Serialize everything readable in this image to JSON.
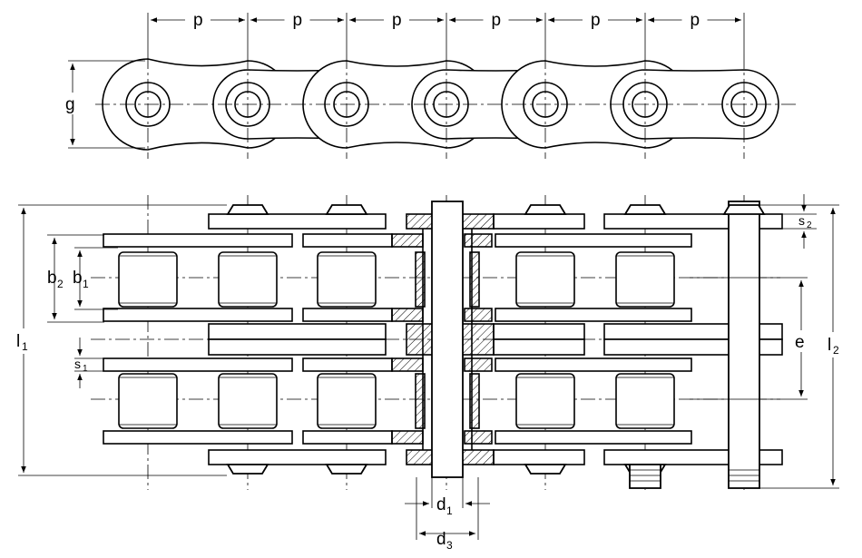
{
  "labels": {
    "pitch": "p",
    "plate_height": "g",
    "inner_width": "b",
    "inner_width_sub": "1",
    "inner_plate_width": "b",
    "inner_plate_width_sub": "2",
    "length_riveted": "l",
    "length_riveted_sub": "1",
    "length_connector": "l",
    "length_connector_sub": "2",
    "plate_thickness_inner": "s",
    "plate_thickness_inner_sub": "1",
    "plate_thickness_outer": "s",
    "plate_thickness_outer_sub": "2",
    "transverse_pitch": "e",
    "pin_diameter": "d",
    "pin_diameter_sub": "1",
    "bushing_diameter": "d",
    "bushing_diameter_sub": "3"
  }
}
